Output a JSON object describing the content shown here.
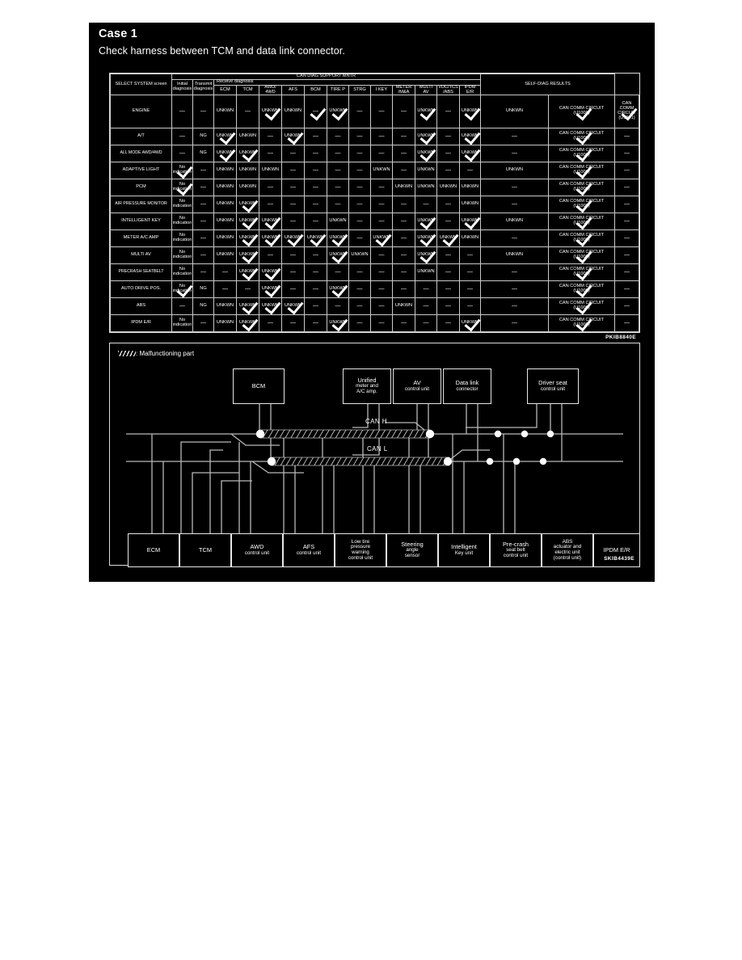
{
  "case": {
    "title": "Case 1",
    "subtitle": "Check harness between TCM and data link connector."
  },
  "table": {
    "figure_id": "PKIB8840E",
    "header": {
      "select_system": "SELECT SYSTEM",
      "select_system_suffix": "screen",
      "can_diag": "CAN DIAG SUPPORT MNTR",
      "receive_diagnosis": "Receive diagnosis",
      "self_diag": "SELF-DIAG RESULTS",
      "initial": "Initial",
      "initial2": "diagnosis",
      "transmit": "Transmit",
      "transmit2": "diagnosis"
    },
    "columns": [
      "ECM",
      "TCM",
      "AWD/\n4WD",
      "AFS",
      "BCM",
      "TIRE P",
      "STRG",
      "I KEY",
      "METER\n/M&A",
      "MULTI\nAV",
      "VDC/TCS\n/ABS",
      "IPDM\nE/R"
    ],
    "values": {
      "dash": "—",
      "unkwn": "UNKWN",
      "ng": "NG",
      "no_indication_1": "No",
      "no_indication_2": "indication",
      "can_comm_1": "CAN COMM CIRCUIT",
      "can_comm_u1000": "(U1000)",
      "can_comm_u1001": "(U1001)"
    },
    "rows": [
      {
        "label": "ENGINE",
        "initial": "—",
        "transmit": "—",
        "recv": [
          "UNKWN",
          "—",
          "UNKWN",
          "UNKWN",
          "—",
          "UNKWN",
          "—",
          "—",
          "—",
          "UNKWN",
          "—",
          "UNKWN",
          "UNKWN"
        ],
        "self1": "CAN COMM CIRCUIT (U1000)",
        "self2": "CAN COMM CIRCUIT (U1001)"
      },
      {
        "label": "A/T",
        "initial": "—",
        "transmit": "NG",
        "recv": [
          "UNKWN",
          "UNKWN",
          "—",
          "UNKWN",
          "—",
          "—",
          "—",
          "—",
          "—",
          "UNKWN",
          "—",
          "UNKWN",
          "—"
        ],
        "self1": "CAN COMM CIRCUIT (U1000)",
        "self2": "—"
      },
      {
        "label": "ALL MODE AWD/4WD",
        "initial": "—",
        "transmit": "NG",
        "recv": [
          "UNKWN",
          "UNKWN",
          "—",
          "—",
          "—",
          "—",
          "—",
          "—",
          "—",
          "UNKWN",
          "—",
          "UNKWN",
          "—"
        ],
        "self1": "CAN COMM CIRCUIT (U1000)",
        "self2": "—"
      },
      {
        "label": "ADAPTIVE LIGHT",
        "initial": "No indication",
        "transmit": "—",
        "recv": [
          "UNKWN",
          "UNKWN",
          "UNKWN",
          "—",
          "—",
          "—",
          "—",
          "UNKWN",
          "—",
          "UNKWN",
          "—",
          "—",
          "UNKWN"
        ],
        "self1": "CAN COMM CIRCUIT (U1000)",
        "self2": "—"
      },
      {
        "label": "PCM",
        "initial": "No indication",
        "transmit": "—",
        "recv": [
          "UNKWN",
          "UNKWN",
          "—",
          "—",
          "—",
          "—",
          "—",
          "—",
          "UNKWN",
          "UNKWN",
          "UNKWN",
          "UNKWN",
          "—"
        ],
        "self1": "CAN COMM CIRCUIT (U1000)",
        "self2": "—"
      },
      {
        "label": "AIR PRESSURE MONITOR",
        "initial": "No indication",
        "transmit": "—",
        "recv": [
          "UNKWN",
          "UNKWN",
          "—",
          "—",
          "—",
          "—",
          "—",
          "—",
          "—",
          "—",
          "—",
          "UNKWN",
          "—"
        ],
        "self1": "CAN COMM CIRCUIT (U1000)",
        "self2": "—"
      },
      {
        "label": "INTELLIGENT KEY",
        "initial": "No indication",
        "transmit": "—",
        "recv": [
          "UNKWN",
          "UNKWN",
          "UNKWN",
          "—",
          "—",
          "UNKWN",
          "—",
          "—",
          "—",
          "UNKWN",
          "—",
          "UNKWN",
          "UNKWN"
        ],
        "self1": "CAN COMM CIRCUIT (U1000)",
        "self2": "—"
      },
      {
        "label": "METER A/C AMP",
        "initial": "No indication",
        "transmit": "—",
        "recv": [
          "UNKWN",
          "UNKWN",
          "UNKWN",
          "UNKWN",
          "UNKWN",
          "UNKWN",
          "—",
          "UNKWN",
          "—",
          "UNKWN",
          "UNKWN",
          "UNKWN",
          "—"
        ],
        "self1": "CAN COMM CIRCUIT (U1000)",
        "self2": "—"
      },
      {
        "label": "MULTI AV",
        "initial": "No indication",
        "transmit": "—",
        "recv": [
          "UNKWN",
          "UNKWN",
          "—",
          "—",
          "—",
          "UNKWN",
          "UNKWN",
          "—",
          "—",
          "UNKWN",
          "—",
          "—",
          "UNKWN"
        ],
        "self1": "CAN COMM CIRCUIT (U1000)",
        "self2": "—"
      },
      {
        "label": "PRECRASH SEATBELT",
        "initial": "No indication",
        "transmit": "—",
        "recv": [
          "—",
          "UNKWN",
          "UNKWN",
          "—",
          "—",
          "—",
          "—",
          "—",
          "—",
          "UNKWN",
          "—",
          "—",
          "—"
        ],
        "self1": "CAN COMM CIRCUIT (U1000)",
        "self2": "—"
      },
      {
        "label": "AUTO DRIVE POS.",
        "initial": "No indication",
        "transmit": "NG",
        "recv": [
          "—",
          "—",
          "UNKWN",
          "—",
          "—",
          "UNKWN",
          "—",
          "—",
          "—",
          "—",
          "—",
          "—",
          "—"
        ],
        "self1": "CAN COMM CIRCUIT (U1000)",
        "self2": "—"
      },
      {
        "label": "ABS",
        "initial": "—",
        "transmit": "NG",
        "recv": [
          "UNKWN",
          "UNKWN",
          "UNKWN",
          "UNKWN",
          "—",
          "—",
          "—",
          "—",
          "UNKWN",
          "—",
          "—",
          "—",
          "—"
        ],
        "self1": "CAN COMM CIRCUIT (U1000)",
        "self2": "—"
      },
      {
        "label": "IPDM E/R",
        "initial": "No indication",
        "transmit": "—",
        "recv": [
          "UNKWN",
          "UNKWN",
          "—",
          "—",
          "—",
          "UNKWN",
          "—",
          "—",
          "—",
          "—",
          "—",
          "UNKWN",
          "—"
        ],
        "self1": "CAN COMM CIRCUIT (U1000)",
        "self2": "—"
      }
    ]
  },
  "diagram": {
    "figure_id": "SKIB4439E",
    "legend": ": Malfunctioning part",
    "bus_high": "CAN H",
    "bus_low": "CAN L",
    "top_boxes": [
      {
        "line1": "BCM",
        "line2": "",
        "line3": "",
        "line4": ""
      },
      {
        "line1": "Unified",
        "line2": "meter and",
        "line3": "A/C amp.",
        "line4": ""
      },
      {
        "line1": "AV",
        "line2": "control unit",
        "line3": "",
        "line4": ""
      },
      {
        "line1": "Data link",
        "line2": "connector",
        "line3": "",
        "line4": ""
      },
      {
        "line1": "Driver seat",
        "line2": "control unit",
        "line3": "",
        "line4": ""
      }
    ],
    "bottom_boxes": [
      {
        "line1": "ECM",
        "line2": "",
        "line3": "",
        "line4": ""
      },
      {
        "line1": "TCM",
        "line2": "",
        "line3": "",
        "line4": ""
      },
      {
        "line1": "AWD",
        "line2": "control unit",
        "line3": "",
        "line4": ""
      },
      {
        "line1": "AFS",
        "line2": "control unit",
        "line3": "",
        "line4": ""
      },
      {
        "line1": "Low tire",
        "line2": "pressure",
        "line3": "warning",
        "line4": "control unit"
      },
      {
        "line1": "Steering",
        "line2": "angle",
        "line3": "sensor",
        "line4": ""
      },
      {
        "line1": "Intelligent",
        "line2": "Key unit",
        "line3": "",
        "line4": ""
      },
      {
        "line1": "Pre-crash",
        "line2": "seat belt",
        "line3": "control unit",
        "line4": ""
      },
      {
        "line1": "ABS",
        "line2": "actuator and",
        "line3": "electric unit",
        "line4": "(control unit)"
      },
      {
        "line1": "IPDM E/R",
        "line2": "",
        "line3": "",
        "line4": ""
      }
    ]
  }
}
